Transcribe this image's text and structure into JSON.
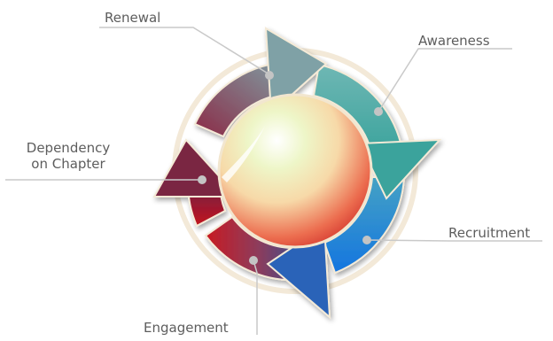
{
  "diagram": {
    "stages": [
      {
        "id": "renewal",
        "label": "Renewal"
      },
      {
        "id": "awareness",
        "label": "Awareness"
      },
      {
        "id": "recruitment",
        "label": "Recruitment"
      },
      {
        "id": "engagement",
        "label": "Engagement"
      },
      {
        "id": "dependency",
        "label_line1": "Dependency",
        "label_line2": "on Chapter"
      }
    ],
    "colors": {
      "label_text": "#5d5d5d",
      "leader_line": "#c9c9c9",
      "leader_dot": "#c4c4c4",
      "segment_renewal": "#8a3a55",
      "segment_awareness": "#4fb1a8",
      "segment_recruitment": "#1e86d8",
      "segment_engagement": "#b8151f",
      "segment_dependency": "#7a2543"
    }
  }
}
